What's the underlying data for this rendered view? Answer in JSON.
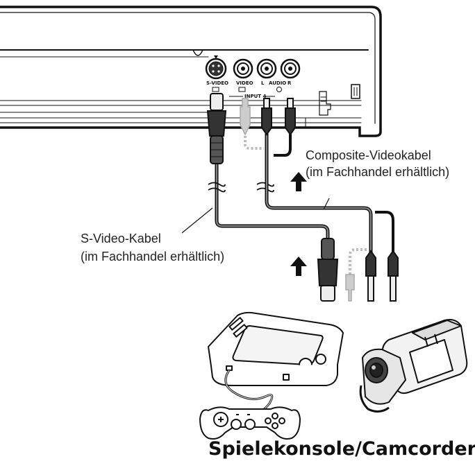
{
  "device_panel": {
    "port_labels": {
      "svideo": "S-VIDEO",
      "video": "VIDEO",
      "audio_l": "L",
      "audio": "AUDIO",
      "audio_r": "R",
      "input": "INPUT 4"
    }
  },
  "labels": {
    "composite_line1": "Composite-Videokabel",
    "composite_line2": "(im Fachhandel erhältlich)",
    "svideo_line1": "S-Video-Kabel",
    "svideo_line2": "(im Fachhandel erhältlich)"
  },
  "caption": "Spielekonsole/Camcorder",
  "icons": [
    "svideo-jack-icon",
    "rca-jack-icon",
    "arrow-up-icon",
    "game-console-icon",
    "gamepad-icon",
    "camcorder-icon"
  ]
}
